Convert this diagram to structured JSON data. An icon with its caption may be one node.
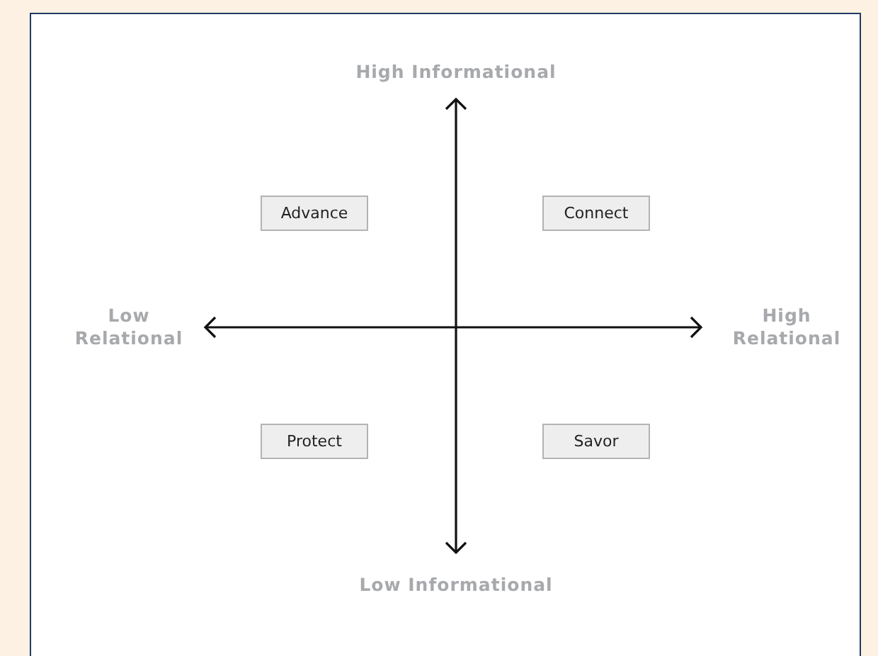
{
  "diagram": {
    "nodes": [
      {
        "text": [
          "Advance"
        ]
      },
      {
        "text": [
          "Connect"
        ]
      },
      {
        "text": [
          "Protect"
        ]
      },
      {
        "text": [
          "Savor"
        ]
      }
    ],
    "labels": [
      "High Informational",
      "Low Relational",
      "High Relational",
      "Low Informational"
    ]
  }
}
